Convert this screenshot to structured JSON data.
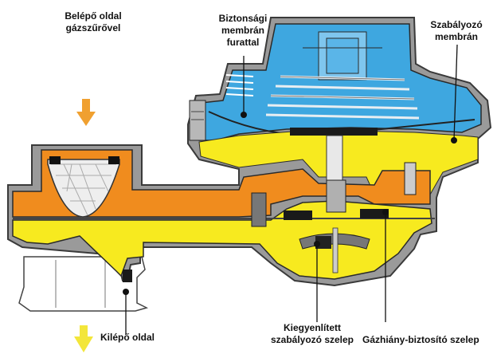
{
  "labels": {
    "inlet_line1": "Belépő oldal",
    "inlet_line2": "gázszűrővel",
    "safety_line1": "Biztonsági",
    "safety_line2": "membrán",
    "safety_line3": "furattal",
    "regulating_line1": "Szabályozó",
    "regulating_line2": "membrán",
    "outlet": "Kilépő oldal",
    "balanced_line1": "Kiegyenlített",
    "balanced_line2": "szabályozó szelep",
    "shortage": "Gázhiány-biztosító szelep"
  },
  "colors": {
    "body_gray": "#9a9a9a",
    "body_dark": "#5c5c5c",
    "gas_inlet_orange": "#f08c1e",
    "gas_outlet_yellow": "#f7ea1f",
    "chamber_blue": "#3ea7e0",
    "arrow_inlet": "#f0a030",
    "arrow_outlet": "#f3e63a"
  }
}
